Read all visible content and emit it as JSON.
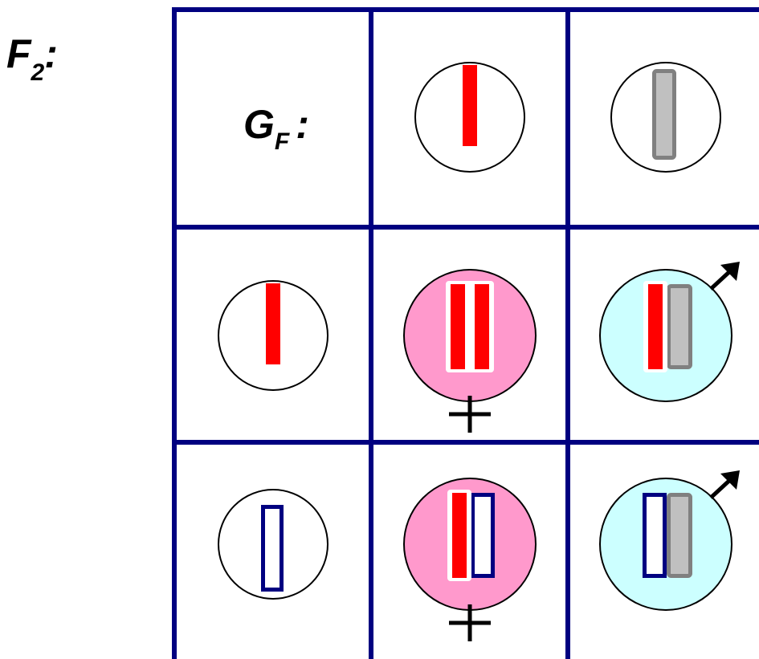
{
  "title": {
    "main": "F",
    "subscript": "2",
    "suffix": ":"
  },
  "grid": {
    "corner_label": {
      "main": "G",
      "subscript": "F",
      "suffix": ":"
    },
    "line_color": "#000080"
  },
  "colors": {
    "red_chromosome": "#ff0000",
    "x_outline_chromosome": "#000080",
    "y_chromosome_fill": "#c0c0c0",
    "y_chromosome_stroke": "#808080",
    "female_cell_fill": "#ff99cc",
    "male_cell_fill": "#ccffff",
    "gamete_cell_fill": "#ffffff"
  },
  "gametes": {
    "column_headers": [
      {
        "chromosome": "red-x"
      },
      {
        "chromosome": "y"
      }
    ],
    "row_headers": [
      {
        "chromosome": "red-x"
      },
      {
        "chromosome": "outline-x"
      }
    ]
  },
  "offspring": [
    {
      "row": 1,
      "col": 1,
      "sex": "female",
      "sex_icon": "female-symbol",
      "chromosomes": [
        "red-x",
        "red-x"
      ]
    },
    {
      "row": 1,
      "col": 2,
      "sex": "male",
      "sex_icon": "male-symbol",
      "chromosomes": [
        "red-x",
        "y"
      ]
    },
    {
      "row": 2,
      "col": 1,
      "sex": "female",
      "sex_icon": "female-symbol",
      "chromosomes": [
        "red-x",
        "outline-x"
      ]
    },
    {
      "row": 2,
      "col": 2,
      "sex": "male",
      "sex_icon": "male-symbol",
      "chromosomes": [
        "outline-x",
        "y"
      ]
    }
  ]
}
